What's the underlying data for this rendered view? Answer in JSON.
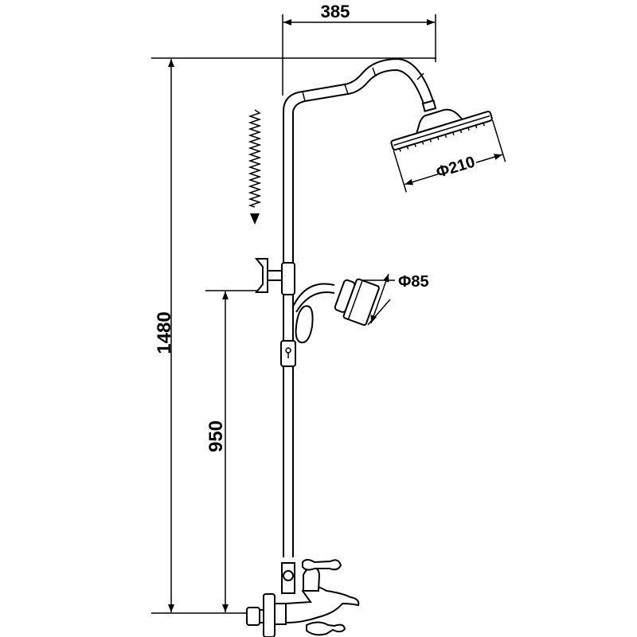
{
  "drawing": {
    "dimensions": {
      "width": "385",
      "total_height": "1480",
      "bracket_height": "950",
      "head_diameter": "Φ210",
      "hand_shower_diameter": "Φ85"
    },
    "colors": {
      "line": "#000000",
      "background": "#ffffff"
    }
  }
}
